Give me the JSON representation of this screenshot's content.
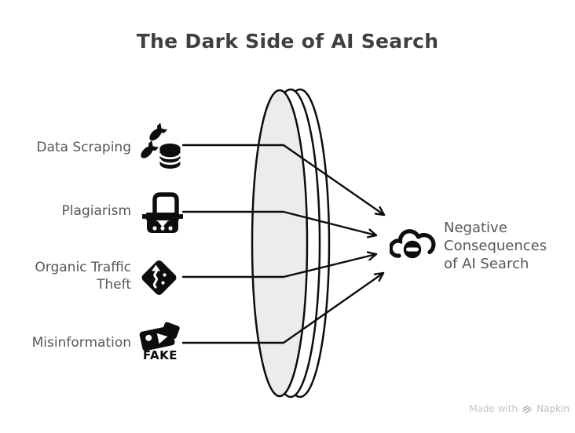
{
  "title": "The Dark Side of AI Search",
  "sources": [
    {
      "label": "Data Scraping",
      "icon": "bombs-database-icon"
    },
    {
      "label": "Plagiarism",
      "icon": "printing-press-icon"
    },
    {
      "label": "Organic Traffic Theft",
      "icon": "winding-route-sign-icon"
    },
    {
      "label": "Misinformation",
      "icon": "fake-photo-icon",
      "caption": "FAKE"
    }
  ],
  "lens": {
    "shape": "converging-lens",
    "fill": "#ececec",
    "stroke": "#0d0d0d"
  },
  "outcome": {
    "label": "Negative Consequences of AI Search",
    "icon": "cloud-minus-icon"
  },
  "footer": {
    "made_with": "Made with",
    "brand": "Napkin",
    "icon": "napkin-logo-icon"
  },
  "colors": {
    "ink": "#0d0d0d",
    "title_text": "#3f3f3f",
    "label_text": "#575757",
    "lens_fill": "#ececec",
    "footer_text": "#c6c6c6"
  }
}
